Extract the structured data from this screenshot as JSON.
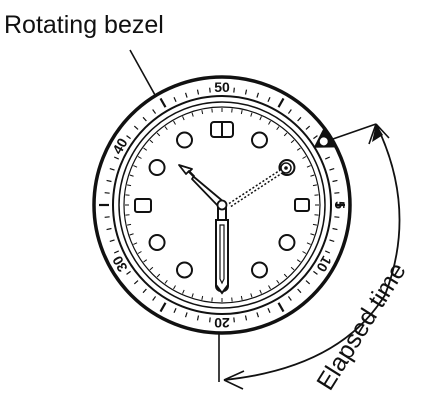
{
  "diagram": {
    "title_label": "Rotating bezel",
    "elapsed_label": "Elapsed time",
    "bezel_numbers": [
      {
        "text": "50",
        "angle": 0
      },
      {
        "text": "40",
        "angle": -60
      },
      {
        "text": "30",
        "angle": -120
      },
      {
        "text": "20",
        "angle": 180
      },
      {
        "text": "10",
        "angle": 120
      },
      {
        "text": "5",
        "angle": 90
      }
    ],
    "colors": {
      "stroke": "#111111",
      "background": "#ffffff"
    }
  }
}
